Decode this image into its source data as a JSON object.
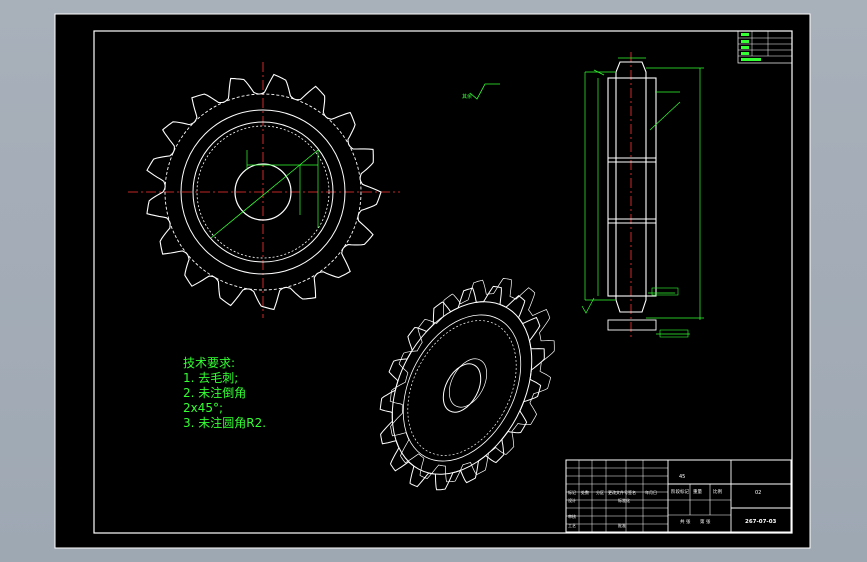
{
  "notes": {
    "heading": "技术要求:",
    "items": [
      "1. 去毛刺;",
      "2. 未注倒角",
      "2x45°;",
      "3. 未注圆角R2."
    ]
  },
  "title_block": {
    "material_code": "45",
    "part_name": "02",
    "drawing_number": "267-07-03",
    "row_labels": [
      "标记",
      "处数",
      "分区",
      "更改文件号",
      "签名",
      "年月日"
    ],
    "design_label": "设计",
    "standardize_label": "标准化",
    "stage_mark_label": "阶段标记",
    "weight_label": "重量",
    "ratio_label": "比例",
    "review_label": "审核",
    "process_label": "工艺",
    "approve_label": "批准",
    "sheet_label": "共 张",
    "page_label": "第 张"
  },
  "roughness_note": "其余",
  "colors": {
    "sheet": "#000000",
    "line": "#ffffff",
    "centerline": "#ff3333",
    "dimension": "#33ff33",
    "hatch": "#cccccc"
  }
}
